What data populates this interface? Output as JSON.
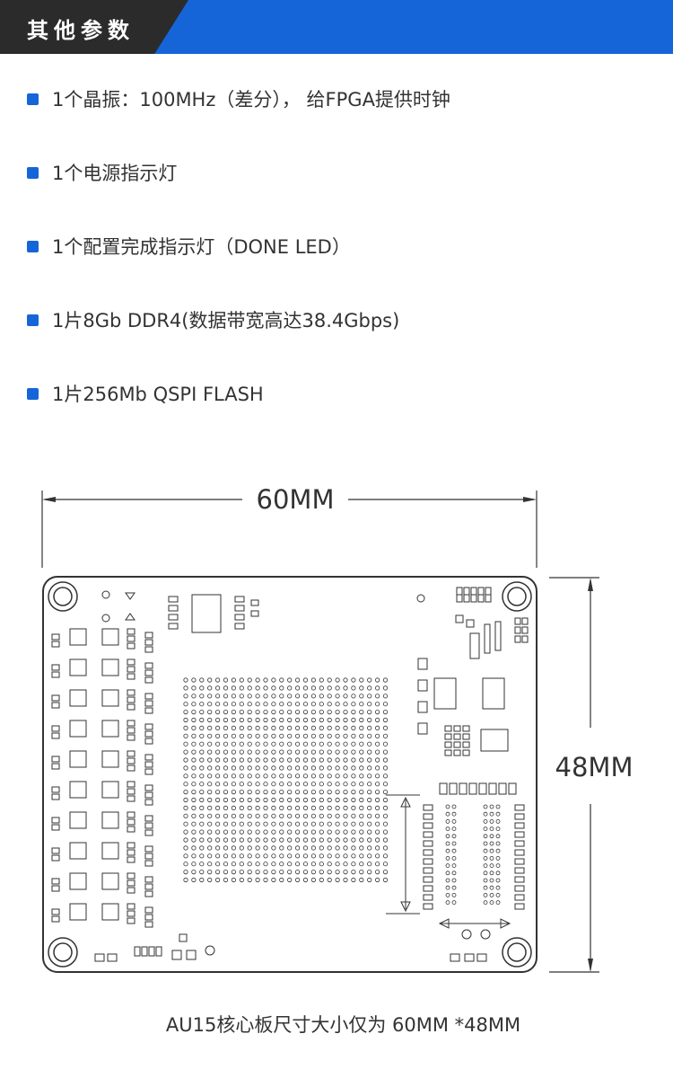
{
  "header": {
    "title": "其他参数"
  },
  "specs": [
    "1个晶振：100MHz（差分）， 给FPGA提供时钟",
    "1个电源指示灯",
    "1个配置完成指示灯（DONE LED）",
    "1片8Gb DDR4(数据带宽高达38.4Gbps)",
    "1片256Mb QSPI FLASH"
  ],
  "board": {
    "width_label": "60MM",
    "height_label": "48MM"
  },
  "caption": "AU15核心板尺寸大小仅为 60MM *48MM",
  "colors": {
    "accent": "#1565d8",
    "dark_tab": "#2b2b2b",
    "line": "#333333"
  }
}
